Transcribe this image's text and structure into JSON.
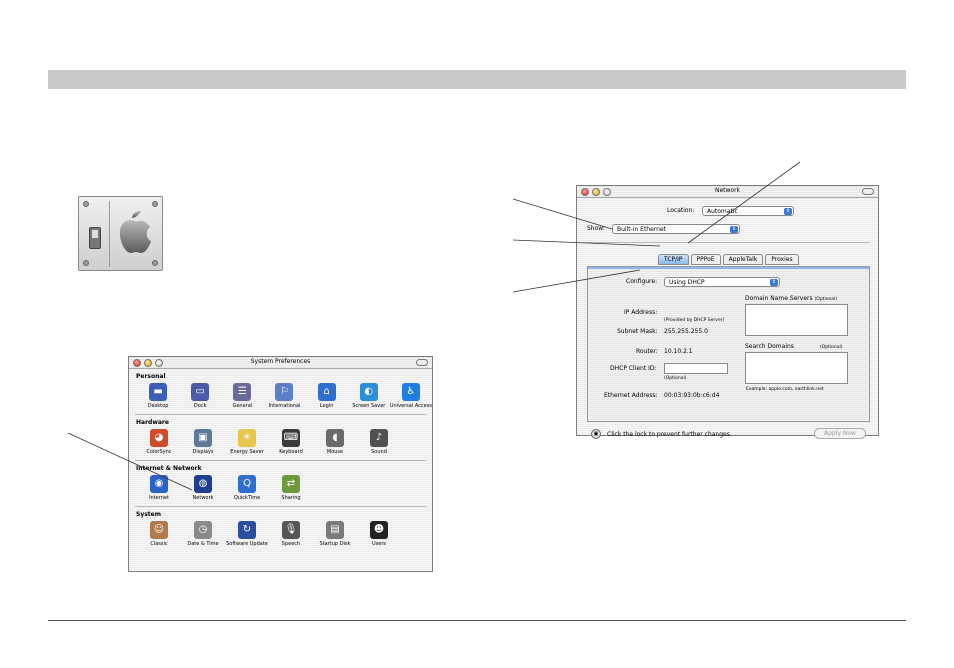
{
  "system_preferences": {
    "title": "System Preferences",
    "sections": [
      {
        "title": "Personal",
        "items": [
          {
            "label": "Desktop",
            "icon": "desktop-icon",
            "color": "#3b5fb5",
            "glyph": "▬"
          },
          {
            "label": "Dock",
            "icon": "dock-icon",
            "color": "#4b5ba8",
            "glyph": "▭"
          },
          {
            "label": "General",
            "icon": "general-icon",
            "color": "#6a6a9a",
            "glyph": "☰"
          },
          {
            "label": "International",
            "icon": "international-icon",
            "color": "#5b7fc8",
            "glyph": "⚐"
          },
          {
            "label": "Login",
            "icon": "login-icon",
            "color": "#2c6fd0",
            "glyph": "⌂"
          },
          {
            "label": "Screen Saver",
            "icon": "screen-saver-icon",
            "color": "#2a8fd4",
            "glyph": "◐"
          },
          {
            "label": "Universal Access",
            "icon": "universal-access-icon",
            "color": "#1f7fe0",
            "glyph": "♿"
          }
        ]
      },
      {
        "title": "Hardware",
        "items": [
          {
            "label": "ColorSync",
            "icon": "colorsync-icon",
            "color": "#d14a2a",
            "glyph": "◕"
          },
          {
            "label": "Displays",
            "icon": "displays-icon",
            "color": "#5c7b9b",
            "glyph": "▣"
          },
          {
            "label": "Energy Saver",
            "icon": "energy-saver-icon",
            "color": "#e8c64a",
            "glyph": "☀"
          },
          {
            "label": "Keyboard",
            "icon": "keyboard-icon",
            "color": "#3a3a3a",
            "glyph": "⌨"
          },
          {
            "label": "Mouse",
            "icon": "mouse-icon",
            "color": "#6a6a6a",
            "glyph": "◖"
          },
          {
            "label": "Sound",
            "icon": "sound-icon",
            "color": "#505050",
            "glyph": "♪"
          }
        ]
      },
      {
        "title": "Internet & Network",
        "items": [
          {
            "label": "Internet",
            "icon": "internet-icon",
            "color": "#2a62c8",
            "glyph": "◉"
          },
          {
            "label": "Network",
            "icon": "network-icon",
            "color": "#1e3f8f",
            "glyph": "◍"
          },
          {
            "label": "QuickTime",
            "icon": "quicktime-icon",
            "color": "#2d6fd1",
            "glyph": "Q"
          },
          {
            "label": "Sharing",
            "icon": "sharing-icon",
            "color": "#6d9a3a",
            "glyph": "⇄"
          }
        ]
      },
      {
        "title": "System",
        "items": [
          {
            "label": "Classic",
            "icon": "classic-icon",
            "color": "#b07a4a",
            "glyph": "☺"
          },
          {
            "label": "Date & Time",
            "icon": "date-time-icon",
            "color": "#8a8a8a",
            "glyph": "◷"
          },
          {
            "label": "Software Update",
            "icon": "software-update-icon",
            "color": "#2a4f9e",
            "glyph": "↻"
          },
          {
            "label": "Speech",
            "icon": "speech-icon",
            "color": "#555555",
            "glyph": "🎙"
          },
          {
            "label": "Startup Disk",
            "icon": "startup-disk-icon",
            "color": "#7a7a7a",
            "glyph": "▤"
          },
          {
            "label": "Users",
            "icon": "users-icon",
            "color": "#222222",
            "glyph": "☻"
          }
        ]
      }
    ]
  },
  "network": {
    "title": "Network",
    "location_label": "Location:",
    "location_value": "Automatic",
    "show_label": "Show:",
    "show_value": "Built-in Ethernet",
    "tabs": [
      "TCP/IP",
      "PPPoE",
      "AppleTalk",
      "Proxies"
    ],
    "configure_label": "Configure:",
    "configure_value": "Using DHCP",
    "dns_label": "Domain Name Servers",
    "dns_optional": "(Optional)",
    "ip_label": "IP Address:",
    "ip_note": "(Provided by DHCP Server)",
    "subnet_label": "Subnet Mask:",
    "subnet_value": "255.255.255.0",
    "router_label": "Router:",
    "router_value": "10.10.2.1",
    "search_domains_label": "Search Domains",
    "search_domains_optional": "(Optional)",
    "dhcp_client_label": "DHCP Client ID:",
    "dhcp_client_optional": "(Optional)",
    "example_text": "Example: apple.com, earthlink.net",
    "ethernet_label": "Ethernet Address:",
    "ethernet_value": "00:03:93:0b:c6:d4",
    "lock_text": "Click the lock to prevent further changes.",
    "apply_label": "Apply Now"
  }
}
